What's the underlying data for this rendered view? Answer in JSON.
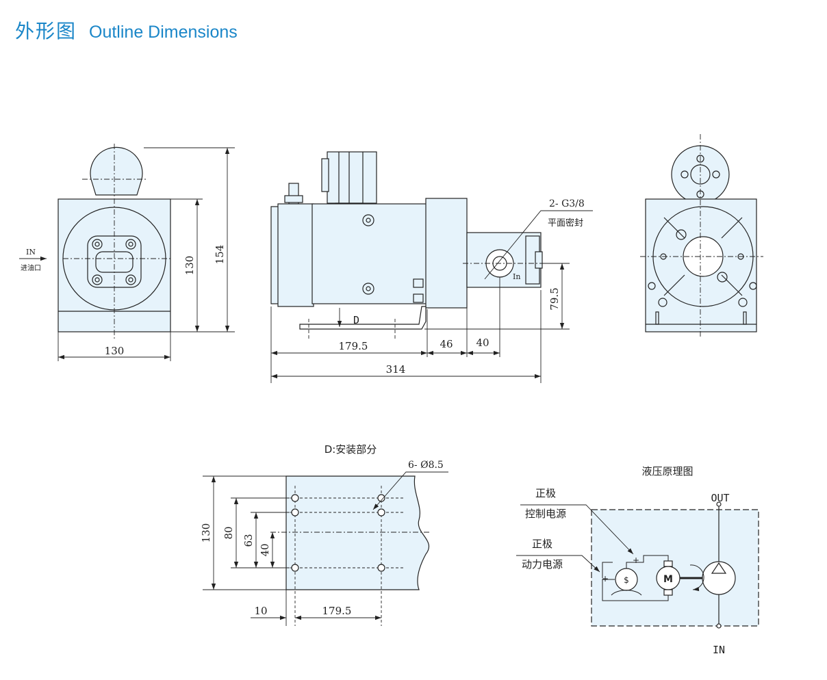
{
  "header": {
    "title_cn": "外形图",
    "title_en": "Outline Dimensions"
  },
  "left_view": {
    "inlet_label": "IN",
    "inlet_label_cn": "进油口",
    "dim_width": "130",
    "dim_body_height": "130",
    "dim_total_height": "154"
  },
  "side_view": {
    "port_callout": "2- G3/8",
    "port_callout_cn": "平面密封",
    "in_mark": "In",
    "mount_marker": "D",
    "dim_port_height": "79.5",
    "dim_motor_length": "179.5",
    "dim_flange": "46",
    "dim_pump": "40",
    "dim_total_length": "314"
  },
  "mounting": {
    "title": "D:安装部分",
    "hole_callout": "6- Ø8.5",
    "dim_height": "130",
    "dim_80": "80",
    "dim_63": "63",
    "dim_40": "40",
    "dim_offset": "10",
    "dim_spacing": "179.5"
  },
  "schematic": {
    "title": "液压原理图",
    "out_label": "OUT",
    "in_label": "IN",
    "control_line1": "正极",
    "control_line2": "控制电源",
    "power_line1": "正极",
    "power_line2": "动力电源",
    "motor_symbol": "M",
    "switch_symbol": "$",
    "plus_sign": "+"
  },
  "colors": {
    "title": "#1a86c8",
    "fill": "#e6f3fb",
    "line": "#222222"
  }
}
